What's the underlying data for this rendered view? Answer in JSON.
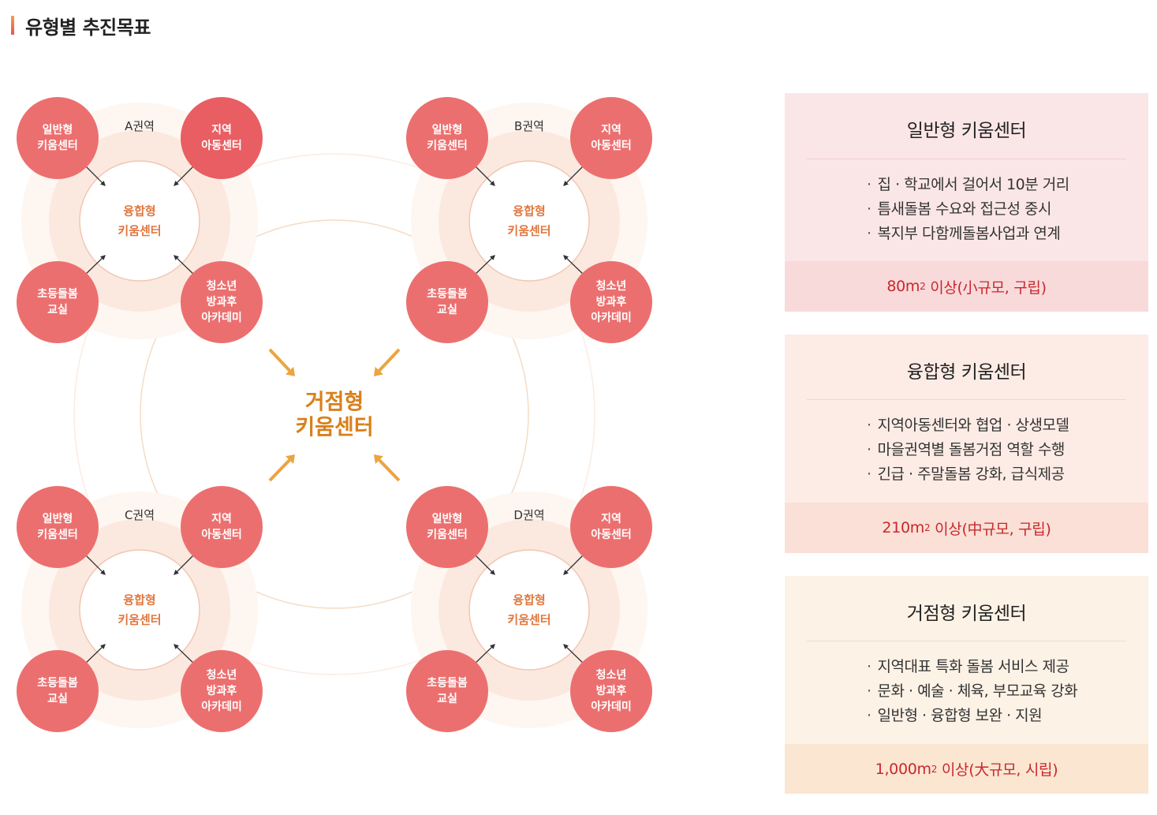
{
  "page": {
    "title": "유형별 추진목표"
  },
  "diagram": {
    "center": {
      "line1": "거점형",
      "line2": "키움센터"
    },
    "clusters": [
      {
        "region": "A권역",
        "tl": [
          "일반형",
          "키움센터"
        ],
        "tr": [
          "지역",
          "아동센터"
        ],
        "bl": [
          "초등돌봄",
          "교실"
        ],
        "br": [
          "청소년",
          "방과후",
          "아카데미"
        ],
        "hub": [
          "융합형",
          "키움센터"
        ]
      },
      {
        "region": "B권역",
        "tl": [
          "일반형",
          "키움센터"
        ],
        "tr": [
          "지역",
          "아동센터"
        ],
        "bl": [
          "초등돌봄",
          "교실"
        ],
        "br": [
          "청소년",
          "방과후",
          "아카데미"
        ],
        "hub": [
          "융합형",
          "키움센터"
        ]
      },
      {
        "region": "C권역",
        "tl": [
          "일반형",
          "키움센터"
        ],
        "tr": [
          "지역",
          "아동센터"
        ],
        "bl": [
          "초등돌봄",
          "교실"
        ],
        "br": [
          "청소년",
          "방과후",
          "아카데미"
        ],
        "hub": [
          "융합형",
          "키움센터"
        ]
      },
      {
        "region": "D권역",
        "tl": [
          "일반형",
          "키움센터"
        ],
        "tr": [
          "지역",
          "아동센터"
        ],
        "bl": [
          "초등돌봄",
          "교실"
        ],
        "br": [
          "청소년",
          "방과후",
          "아카데미"
        ],
        "hub": [
          "융합형",
          "키움센터"
        ]
      }
    ],
    "colors": {
      "node": "#ec6f6f",
      "hub_text": "#e0773f",
      "center_text": "#d9801b",
      "arrow": "#eba440",
      "ring": "#fdf0e8"
    }
  },
  "cards": [
    {
      "title": "일반형 키움센터",
      "items": [
        "집 · 학교에서 걸어서 10분 거리",
        "틈새돌봄 수요와 접근성 중시",
        "복지부 다함께돌봄사업과 연계"
      ],
      "foot_pre": "80m",
      "foot_sup": "2",
      "foot_post": " 이상(小규모, 구립)",
      "bg": "#fbe6e7",
      "foot_bg": "#f8dadb",
      "line": "#f0cfcf"
    },
    {
      "title": "융합형 키움센터",
      "items": [
        "지역아동센터와 협업 · 상생모델",
        "마을권역별 돌봄거점 역할 수행",
        "긴급 · 주말돌봄 강화, 급식제공"
      ],
      "foot_pre": "210m",
      "foot_sup": "2",
      "foot_post": " 이상(中규모, 구립)",
      "bg": "#fdece5",
      "foot_bg": "#fae0d6",
      "line": "#f1d5ca"
    },
    {
      "title": "거점형 키움센터",
      "items": [
        "지역대표 특화 돌봄 서비스 제공",
        "문화 · 예술 · 체육, 부모교육 강화",
        "일반형 · 융합형 보완 · 지원"
      ],
      "foot_pre": "1,000m",
      "foot_sup": "2",
      "foot_post": " 이상(大규모, 시립)",
      "bg": "#fdf2e6",
      "foot_bg": "#fbe6d2",
      "line": "#f1dfca"
    }
  ]
}
